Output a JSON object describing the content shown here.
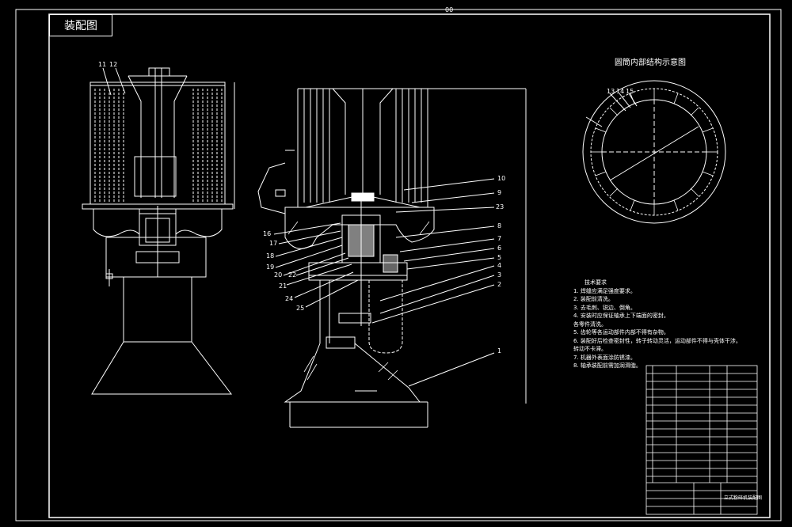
{
  "drawing": {
    "title": "装配图",
    "sheet_mark": "00",
    "inner_view_title": "圆筒内部结构示意图"
  },
  "left_view_labels": [
    "11",
    "12"
  ],
  "inner_view_labels": [
    "13",
    "14",
    "15"
  ],
  "section_labels": {
    "right": [
      "10",
      "9",
      "23",
      "8",
      "7",
      "6",
      "5",
      "4",
      "3",
      "2",
      "1"
    ],
    "left": [
      "16",
      "17",
      "18",
      "19",
      "20",
      "22",
      "21",
      "24",
      "25"
    ]
  },
  "technical_notes": {
    "heading": "技术要求",
    "lines": [
      "1. 焊缝应满足强度要求。",
      "2. 装配前清洗。",
      "3. 去毛刺、锐边、倒角。",
      "4. 安装时应保证轴承上下端面的密封。",
      "   各零件清洗。",
      "5. 齿轮等各运动部件内部不得有杂物。",
      "6. 装配好后检查密封性，转子转动灵活，运动部件不得与壳体干涉。",
      "   转动不卡滞。",
      "7. 机器外表面涂防锈漆。",
      "8. 轴承装配前需加润滑脂。"
    ]
  },
  "title_block": {
    "drawing_name": "立式粉碎机装配图"
  }
}
